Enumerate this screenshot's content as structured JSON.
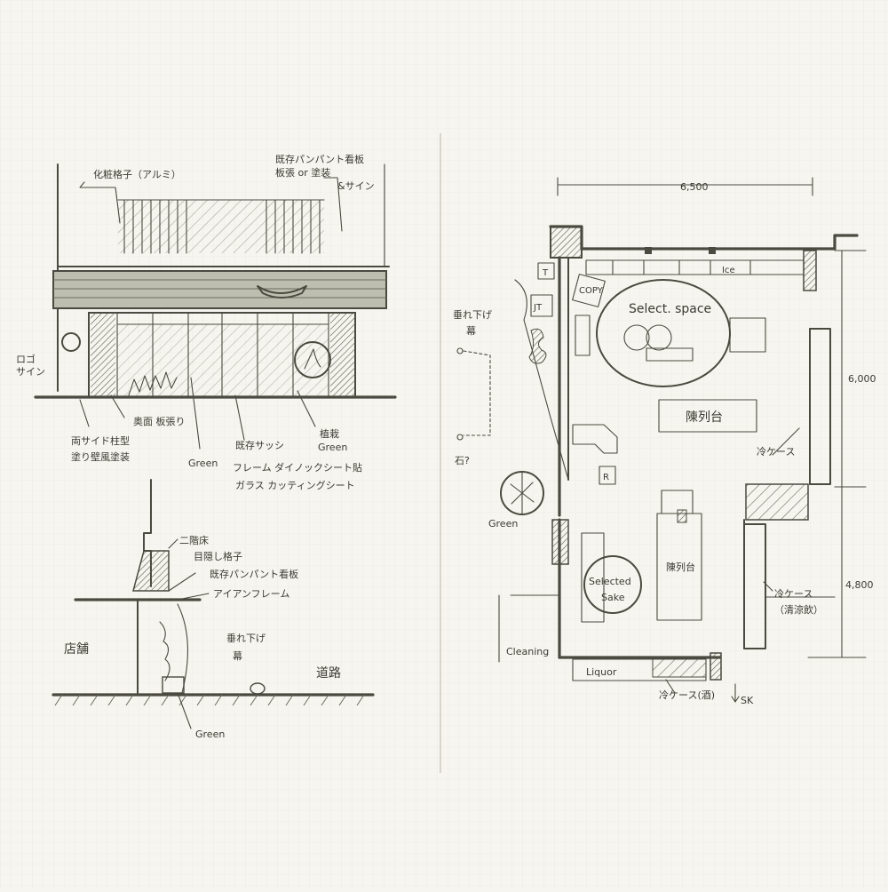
{
  "elevation": {
    "labels": {
      "lattice": "化粧格子（アルミ）",
      "sign_board_1": "既存パンパント看板",
      "sign_board_2": "板張 or 塗装",
      "sign_board_3": "&サイン",
      "logo_sign_1": "ロゴ",
      "logo_sign_2": "サイン",
      "back_wall": "奥面 板張り",
      "pilaster_1": "両サイド柱型",
      "pilaster_2": "塗り壁風塗装",
      "green": "Green",
      "sash_1": "既存サッシ",
      "sash_2": "フレーム ダイノックシート貼",
      "sash_3": "ガラス カッティングシート",
      "planter_1": "植栽",
      "planter_2": "Green"
    }
  },
  "section": {
    "labels": {
      "floor2": "二階床",
      "lattice": "目隠し格子",
      "board": "既存パンパント看板",
      "iron_frame": "アイアンフレーム",
      "shop": "店舗",
      "curtain_1": "垂れ下げ",
      "curtain_2": "幕",
      "road": "道路",
      "green": "Green"
    }
  },
  "plan": {
    "dims": {
      "width": "6,500",
      "depth_upper": "6,000",
      "depth_lower": "4,800"
    },
    "labels": {
      "copy": "COPY",
      "ice": "Ice",
      "t": "T",
      "jt": "JT",
      "r": "R",
      "select_space": "Select. space",
      "display_1": "陳列台",
      "display_2": "陳列台",
      "fridge_1": "冷ケース",
      "fridge_2": "冷ケース",
      "fridge_2_sub": "（清涼飲）",
      "selected_sake_1": "Selected",
      "selected_sake_2": "Sake",
      "liquor": "Liquor",
      "fridge_sake": "冷ケース(酒)",
      "cleaning": "Cleaning",
      "sk": "SK",
      "curtain_1": "垂れ下げ",
      "curtain_2": "幕",
      "stone": "石?",
      "green": "Green"
    }
  }
}
